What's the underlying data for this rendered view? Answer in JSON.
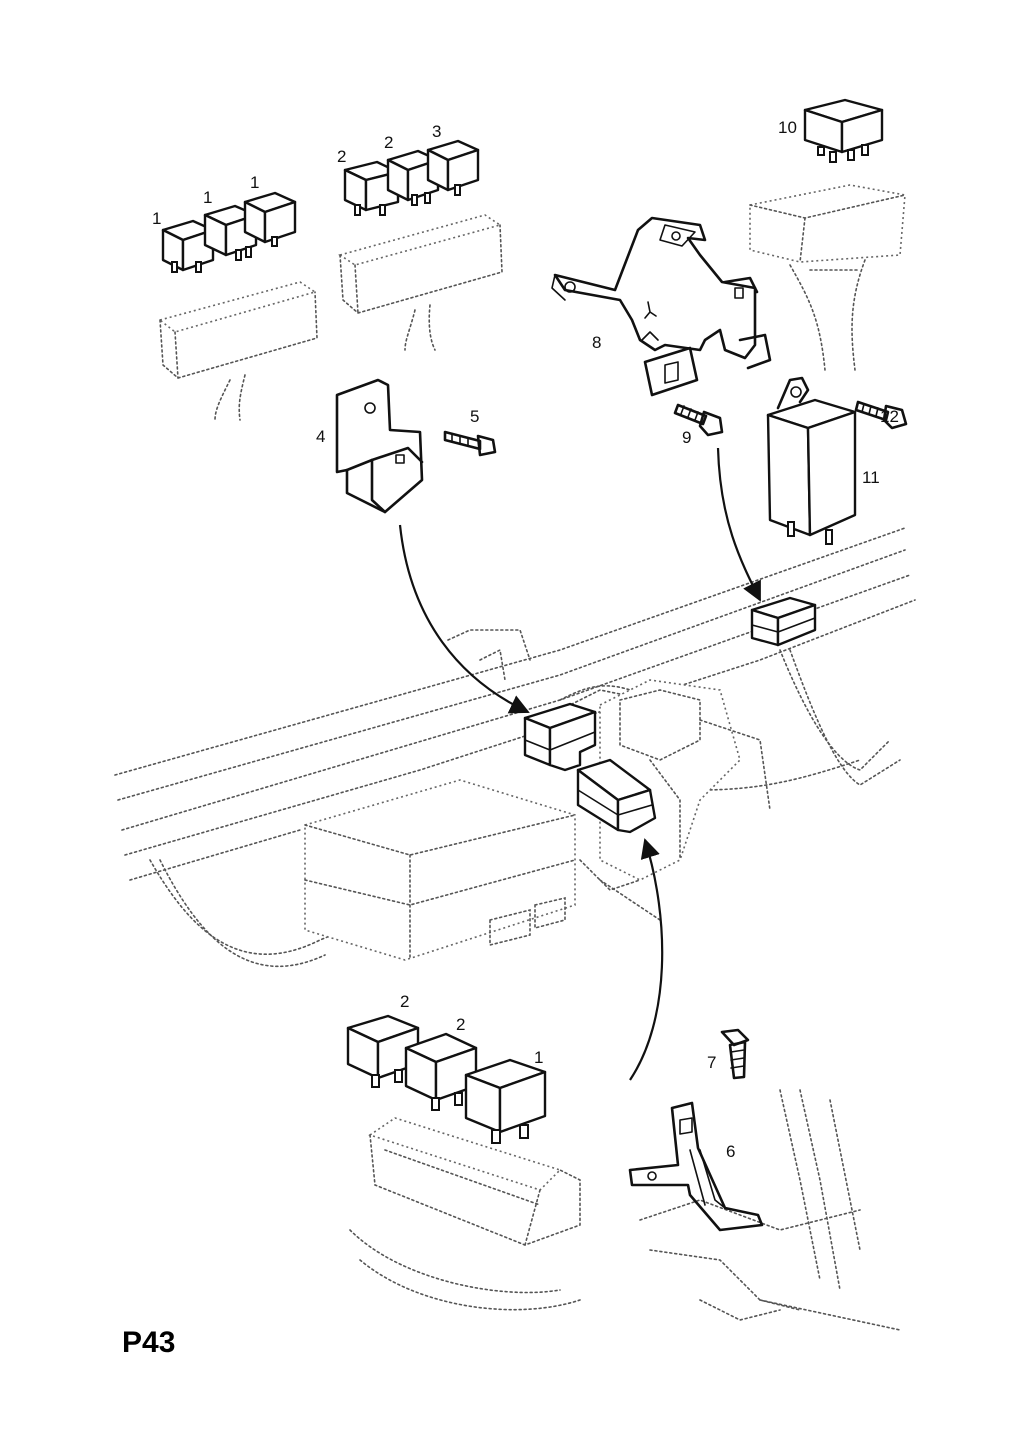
{
  "page_code": "P43",
  "callouts": {
    "c1a": "1",
    "c1b": "1",
    "c1c": "1",
    "c2a": "2",
    "c2b": "2",
    "c3": "3",
    "c4": "4",
    "c5": "5",
    "c6": "6",
    "c7": "7",
    "c8": "8",
    "c9": "9",
    "c10": "10",
    "c11": "11",
    "c12": "12",
    "c2d": "2",
    "c2e": "2",
    "c1d": "1"
  }
}
